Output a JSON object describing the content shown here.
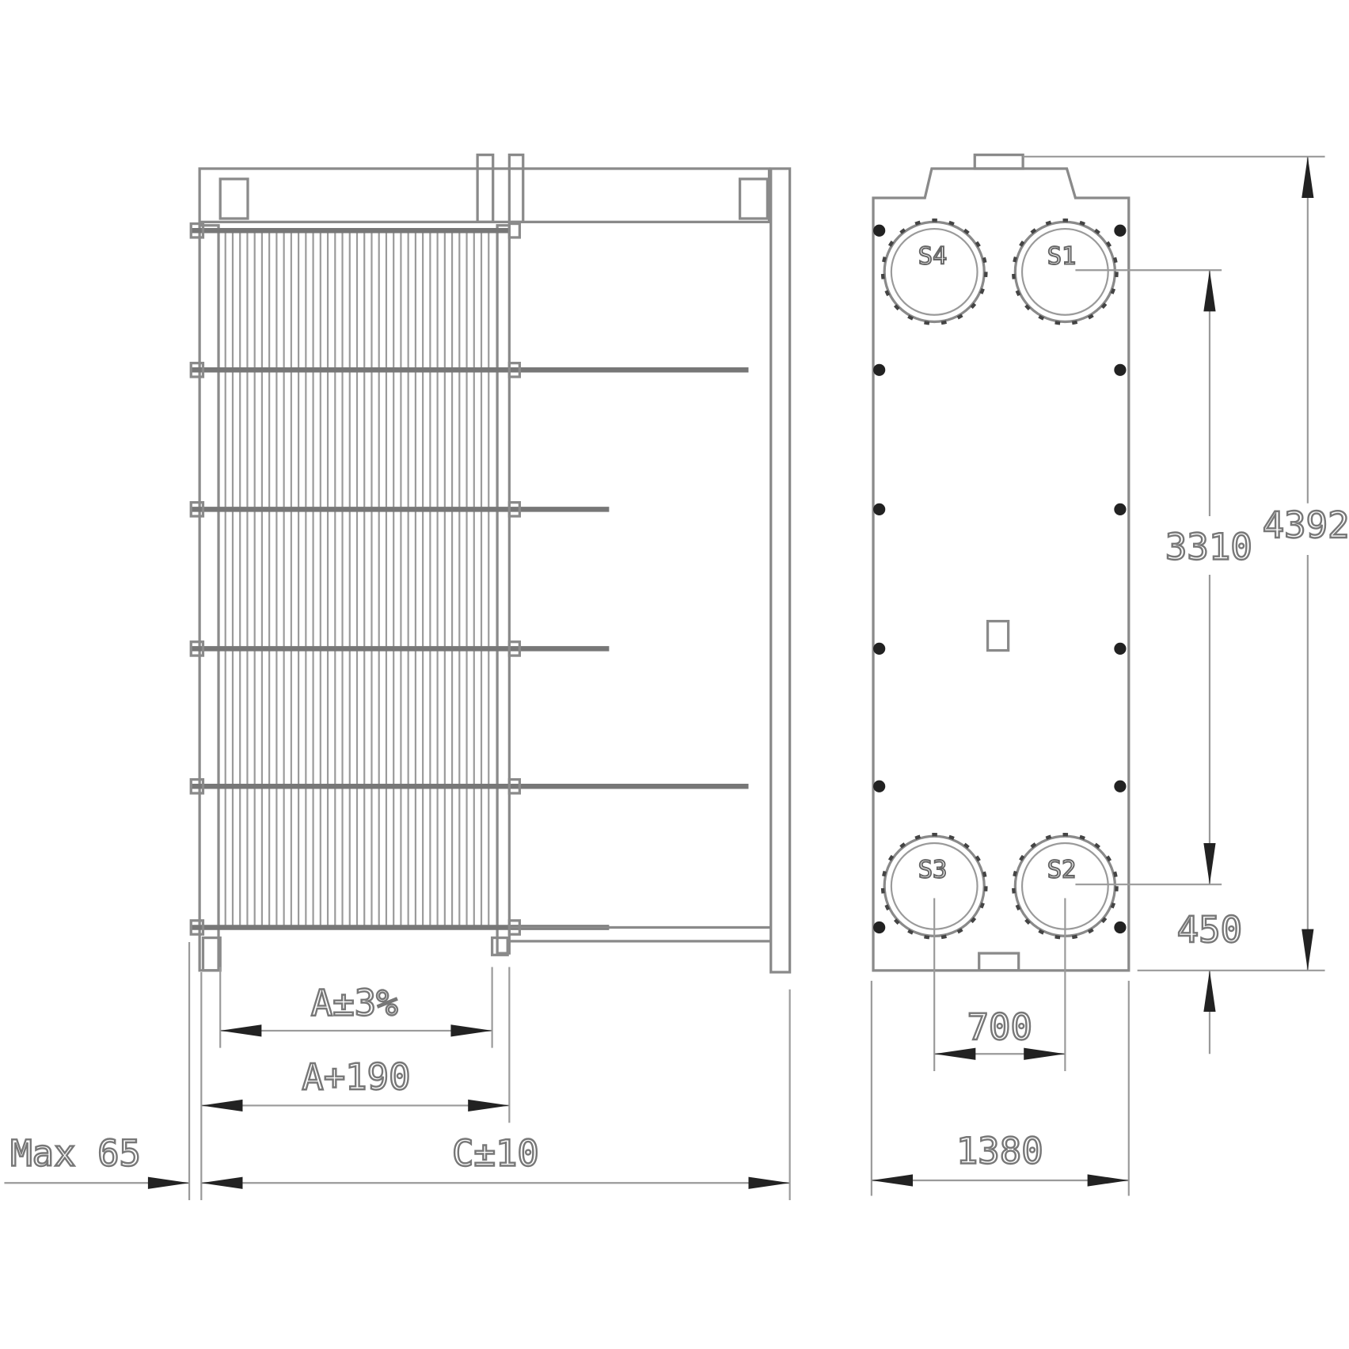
{
  "drawing": {
    "side_view": {
      "dimensions": {
        "pack_length": "A±3%",
        "frame_inner": "A+190",
        "overall": "C±10",
        "overhang": "Max 65"
      }
    },
    "front_view": {
      "ports": [
        "S4",
        "S1",
        "S3",
        "S2"
      ],
      "dimensions": {
        "width": "1380",
        "port_spacing_h": "700",
        "port_spacing_v": "3310",
        "total_height": "4392",
        "bottom_offset": "450"
      }
    }
  },
  "colors": {
    "line": "#8a8a8a",
    "arrow": "#222222"
  }
}
